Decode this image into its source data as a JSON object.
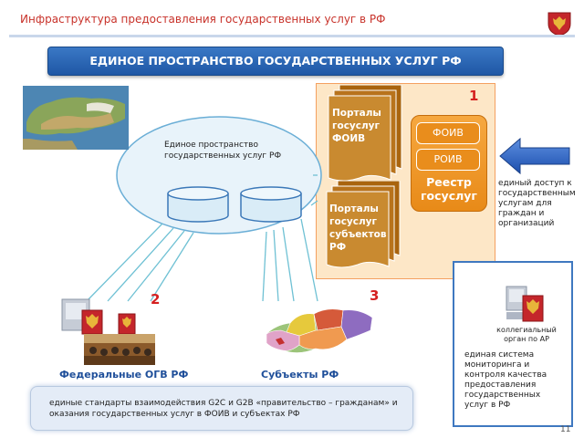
{
  "header": {
    "title": "Инфраструктура предоставления государственных услуг в РФ",
    "banner": "ЕДИНОЕ ПРОСТРАНСТВО ГОСУДАРСТВЕННЫХ УСЛУГ РФ"
  },
  "space": {
    "label": "Единое пространство государственных услуг РФ"
  },
  "portals": {
    "foiv": "Порталы госуслуг ФОИВ",
    "subjects": "Порталы госуслуг субъектов РФ"
  },
  "registry": {
    "btn_foiv": "ФОИВ",
    "btn_roiv": "РОИВ",
    "title": "Реестр госуслуг",
    "number": "1"
  },
  "access": {
    "text": "единый доступ к государственным услугам для граждан и организаций"
  },
  "federal": {
    "label": "Федеральные ОГВ РФ",
    "number": "2"
  },
  "regions": {
    "label": "Субъекты РФ",
    "number": "3"
  },
  "monitoring": {
    "organ": "коллегиальный орган по АР",
    "text": "единая система мониторинга и контроля качества предоставления государственных услуг в РФ"
  },
  "standards": {
    "text": "единые стандарты взаимодействия G2C и G2B «правительство – гражданам» и оказания государственных услуг в ФОИВ и субъектах РФ"
  },
  "page_number": "11",
  "colors": {
    "accent_red": "#c8322a",
    "banner_blue": "#2a65b5",
    "orange": "#f29b2e",
    "brown": "#b8731c"
  }
}
